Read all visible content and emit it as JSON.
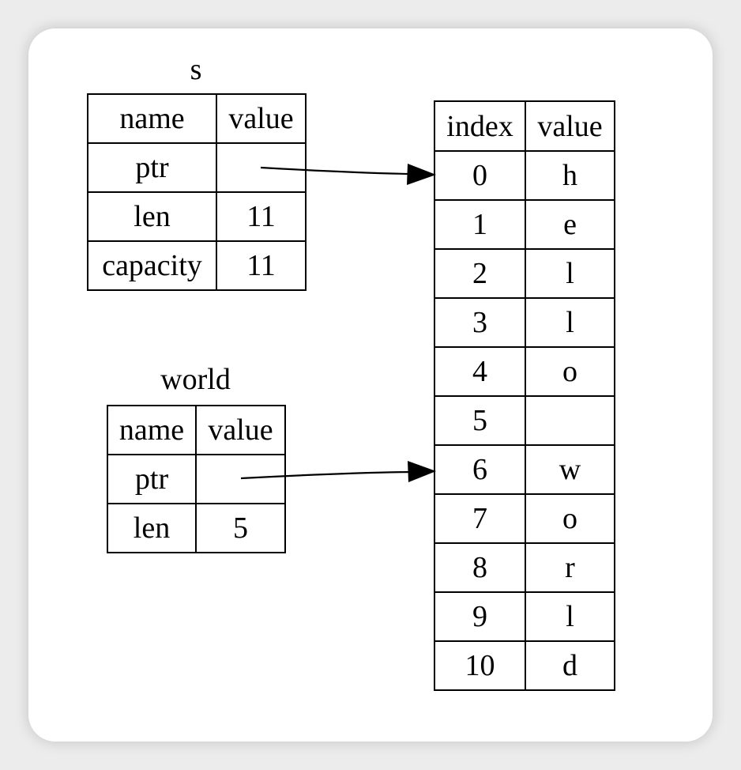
{
  "s": {
    "title": "s",
    "header": [
      "name",
      "value"
    ],
    "rows": [
      {
        "name": "ptr",
        "value": ""
      },
      {
        "name": "len",
        "value": "11"
      },
      {
        "name": "capacity",
        "value": "11"
      }
    ]
  },
  "world": {
    "title": "world",
    "header": [
      "name",
      "value"
    ],
    "rows": [
      {
        "name": "ptr",
        "value": ""
      },
      {
        "name": "len",
        "value": "5"
      }
    ]
  },
  "heap": {
    "header": [
      "index",
      "value"
    ],
    "rows": [
      {
        "index": "0",
        "value": "h"
      },
      {
        "index": "1",
        "value": "e"
      },
      {
        "index": "2",
        "value": "l"
      },
      {
        "index": "3",
        "value": "l"
      },
      {
        "index": "4",
        "value": "o"
      },
      {
        "index": "5",
        "value": ""
      },
      {
        "index": "6",
        "value": "w"
      },
      {
        "index": "7",
        "value": "o"
      },
      {
        "index": "8",
        "value": "r"
      },
      {
        "index": "9",
        "value": "l"
      },
      {
        "index": "10",
        "value": "d"
      }
    ]
  },
  "colors": {
    "background": "#ececec",
    "card": "#ffffff",
    "ink": "#000000"
  }
}
